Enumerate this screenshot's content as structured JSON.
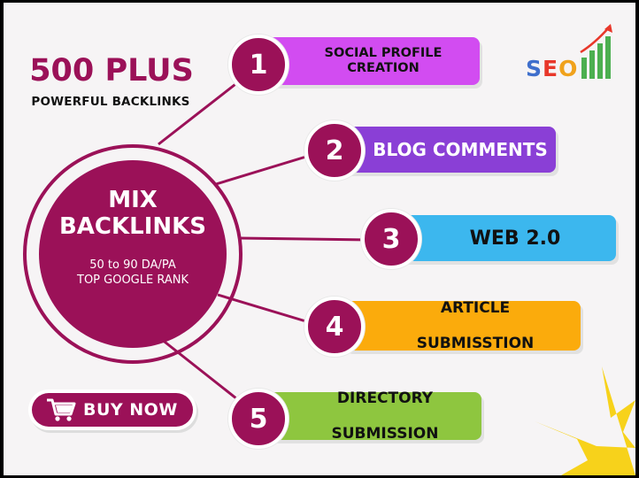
{
  "headline": "500 PLUS",
  "subheadline": "POWERFUL BACKLINKS",
  "hub": {
    "title_line1": "MIX",
    "title_line2": "BACKLINKS",
    "sub_line1": "50 to 90 DA/PA",
    "sub_line2": "TOP GOOGLE RANK"
  },
  "items": [
    {
      "number": "1",
      "line1": "SOCIAL PROFILE",
      "line2": "CREATION",
      "color": "#d24cf1"
    },
    {
      "number": "2",
      "line1": "BLOG COMMENTS",
      "line2": "",
      "color": "#8a3fd6"
    },
    {
      "number": "3",
      "line1": "WEB 2.0",
      "line2": "",
      "color": "#3cb7ee"
    },
    {
      "number": "4",
      "line1": "ARTICLE",
      "line2": "SUBMISSTION",
      "color": "#fbab0c"
    },
    {
      "number": "5",
      "line1": "DIRECTORY",
      "line2": "SUBMISSION",
      "color": "#8ec63f"
    }
  ],
  "buy_button": "BUY NOW",
  "seo_logo": {
    "letters": [
      "S",
      "E",
      "O"
    ],
    "colors": [
      "#3f6fcc",
      "#e8372a",
      "#f0a21c"
    ],
    "icon": "seo-growth-chart"
  },
  "colors": {
    "brand": "#9b1158",
    "accent_burst": "#f7d21b"
  }
}
